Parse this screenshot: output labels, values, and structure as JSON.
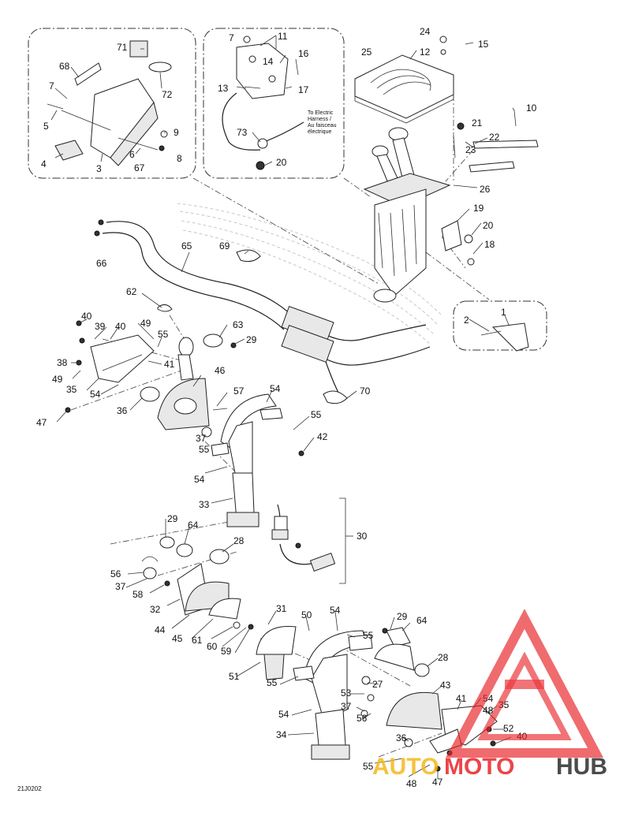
{
  "diagram": {
    "ref_code": "21J0202",
    "callouts": [
      "1",
      "2",
      "3",
      "4",
      "5",
      "6",
      "7",
      "8",
      "9",
      "10",
      "11",
      "12",
      "13",
      "14",
      "15",
      "16",
      "17",
      "18",
      "19",
      "20",
      "21",
      "22",
      "23",
      "24",
      "25",
      "26",
      "27",
      "28",
      "29",
      "30",
      "31",
      "32",
      "33",
      "34",
      "35",
      "36",
      "37",
      "38",
      "39",
      "40",
      "41",
      "42",
      "43",
      "44",
      "45",
      "46",
      "47",
      "48",
      "49",
      "50",
      "51",
      "52",
      "53",
      "54",
      "55",
      "56",
      "57",
      "58",
      "59",
      "60",
      "61",
      "62",
      "63",
      "64",
      "65",
      "66",
      "67",
      "68",
      "69",
      "70",
      "71",
      "72",
      "73"
    ],
    "harness_note": [
      "To Electric",
      "Harness /",
      "Au faisceau",
      "électrique"
    ]
  },
  "watermark": {
    "text_auto": "AUTO",
    "text_moto": "MOTO",
    "text_hub": "HUB",
    "accent_color": "#e8242a",
    "gold_color": "#f2b81c",
    "dark_color": "#2b2b2b"
  }
}
